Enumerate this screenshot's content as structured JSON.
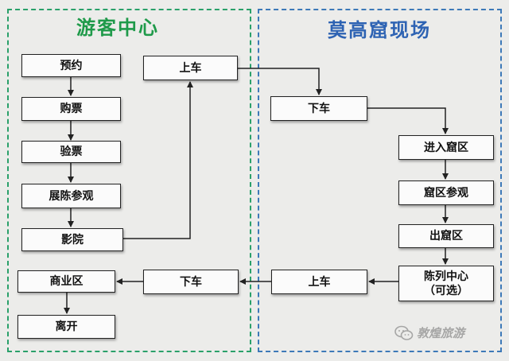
{
  "regions": {
    "left": {
      "title": "游客中心"
    },
    "right": {
      "title": "莫高窟现场"
    }
  },
  "steps": {
    "reserve": "预约",
    "buy_ticket": "购票",
    "check_ticket": "验票",
    "exhibition": "展陈参观",
    "cinema": "影院",
    "board_left": "上车",
    "alight_right": "下车",
    "enter_caves": "进入窟区",
    "visit_caves": "窟区参观",
    "exit_caves": "出窟区",
    "exhibition_center": "陈列中心",
    "exhibition_center_note": "（可选）",
    "board_right": "上车",
    "alight_left": "下车",
    "commercial": "商业区",
    "leave": "离开"
  },
  "watermark": {
    "text": "敦煌旅游"
  },
  "colors": {
    "left_region_border": "#2aa06a",
    "right_region_border": "#3d79b8",
    "left_title": "#1f9a4a",
    "right_title": "#2e63b3",
    "arrow": "#222222"
  }
}
